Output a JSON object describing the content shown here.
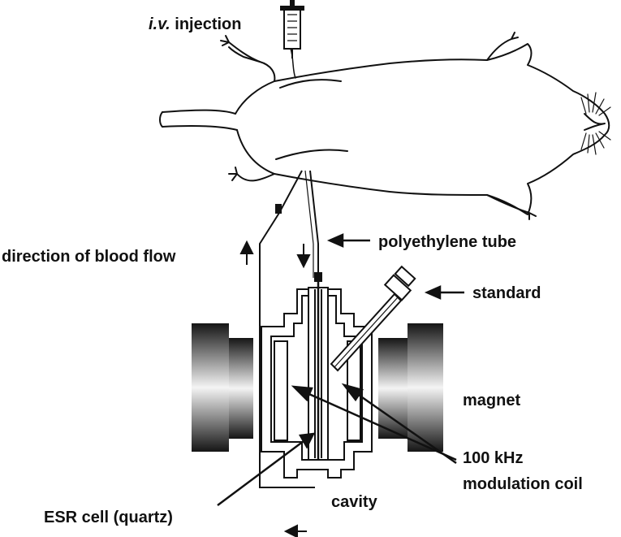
{
  "labels": {
    "iv_injection_prefix": "i.v.",
    "iv_injection_word": " injection",
    "direction_of_blood_flow": "direction of blood flow",
    "polyethylene_tube": "polyethylene tube",
    "standard": "standard",
    "magnet": "magnet",
    "modulation_coil_line1": "100 kHz",
    "modulation_coil_line2": "modulation coil",
    "esr_cell": "ESR cell (quartz)",
    "cavity": "cavity"
  },
  "colors": {
    "ink": "#111111",
    "background": "#ffffff",
    "magnet_dark": "#1a1a1a",
    "magnet_light": "#f2f2f2"
  }
}
